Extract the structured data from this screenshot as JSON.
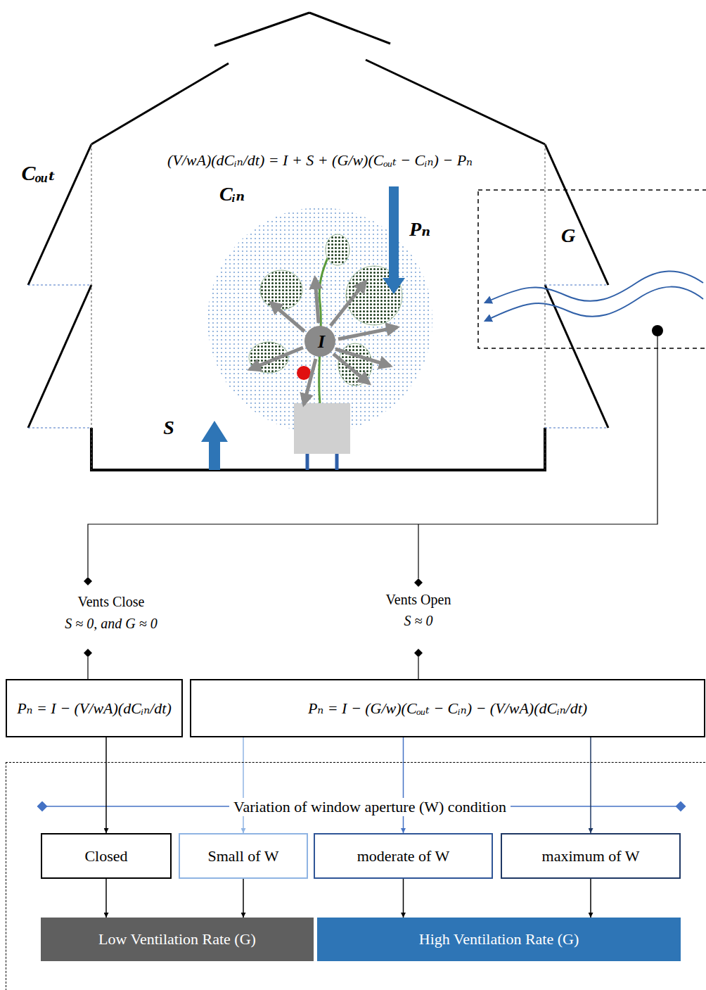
{
  "diagram": {
    "nodes": [
      {
        "text": [
          "Pₙ = I − (V/wA)(dCᵢₙ/dt)"
        ]
      },
      {
        "text": [
          "Pₙ = I − (G/w)(Cₒᵤₜ − Cᵢₙ) − (V/wA)(dCᵢₙ/dt)"
        ]
      },
      {
        "text": [
          "Variation of window aperture (W) condition"
        ]
      },
      {
        "text": [
          "Closed"
        ],
        "in": 2
      },
      {
        "text": [
          "Small of W"
        ],
        "in": 2
      },
      {
        "text": [
          "moderate of W"
        ],
        "in": 2
      },
      {
        "text": [
          "maximum of W"
        ],
        "in": 2
      },
      {
        "text": [
          "Low Ventilation Rate (G)"
        ],
        "in": 2
      },
      {
        "text": [
          "High Ventilation Rate (G)"
        ],
        "in": 2
      }
    ],
    "edges": [
      {
        "from": 0,
        "to": 3,
        "arrow": "to"
      },
      {
        "from": 1,
        "to": 4,
        "arrow": "to"
      },
      {
        "from": 1,
        "to": 5,
        "arrow": "to"
      },
      {
        "from": 1,
        "to": 6,
        "arrow": "to"
      },
      {
        "from": 3,
        "to": 7,
        "arrow": "to"
      },
      {
        "from": 4,
        "to": 7,
        "arrow": "to"
      },
      {
        "from": 5,
        "to": 8,
        "arrow": "to"
      },
      {
        "from": 6,
        "to": 8,
        "arrow": "to"
      }
    ],
    "labels": [
      "(V/wA)(dCᵢₙ/dt) = I + S + (G/w)(Cₒᵤₜ − Cᵢₙ) − Pₙ",
      "Cₒᵤₜ",
      "Cᵢₙ",
      "Pₙ",
      "I",
      "G",
      "S",
      "Vents Close",
      "S ≈ 0, and G ≈ 0",
      "Vents Open",
      "S ≈ 0"
    ]
  }
}
